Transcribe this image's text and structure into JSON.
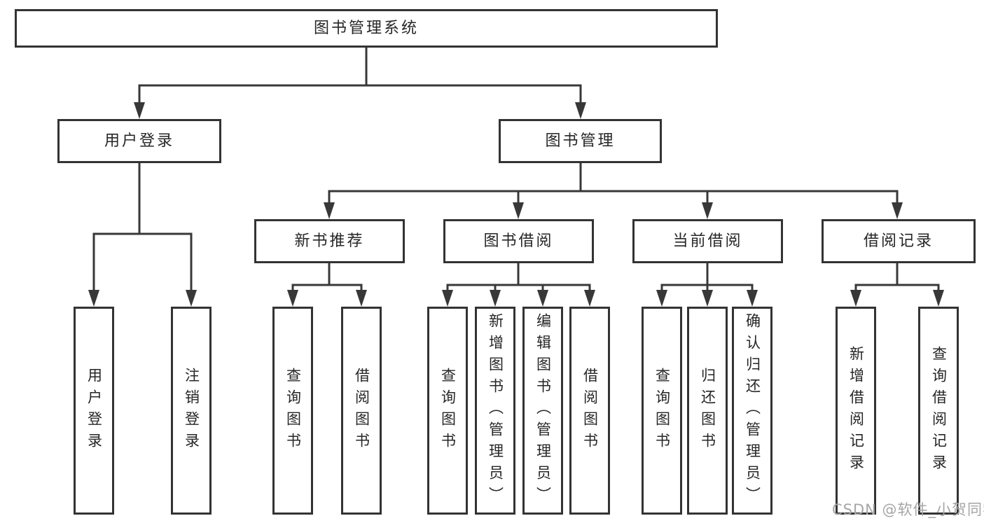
{
  "tree": {
    "root": {
      "label": "图书管理系统"
    },
    "branches": [
      {
        "label": "用户登录",
        "children": [
          {
            "label": "用户登录"
          },
          {
            "label": "注销登录"
          }
        ]
      },
      {
        "label": "图书管理",
        "children": [
          {
            "label": "新书推荐",
            "children": [
              {
                "label": "查询图书"
              },
              {
                "label": "借阅图书"
              }
            ]
          },
          {
            "label": "图书借阅",
            "children": [
              {
                "label": "查询图书"
              },
              {
                "label": "新增图书（管理员）"
              },
              {
                "label": "编辑图书（管理员）"
              },
              {
                "label": "借阅图书"
              }
            ]
          },
          {
            "label": "当前借阅",
            "children": [
              {
                "label": "查询图书"
              },
              {
                "label": "归还图书"
              },
              {
                "label": "确认归还（管理员）"
              }
            ]
          },
          {
            "label": "借阅记录",
            "children": [
              {
                "label": "新增借阅记录"
              },
              {
                "label": "查询借阅记录"
              }
            ]
          }
        ]
      }
    ]
  },
  "watermark": {
    "text": "CSDN @软件_小贺同学"
  },
  "colors": {
    "line": "#383838",
    "border": "#333333",
    "text": "#262626",
    "watermark": "#a6a6a6",
    "background": "#ffffff"
  }
}
